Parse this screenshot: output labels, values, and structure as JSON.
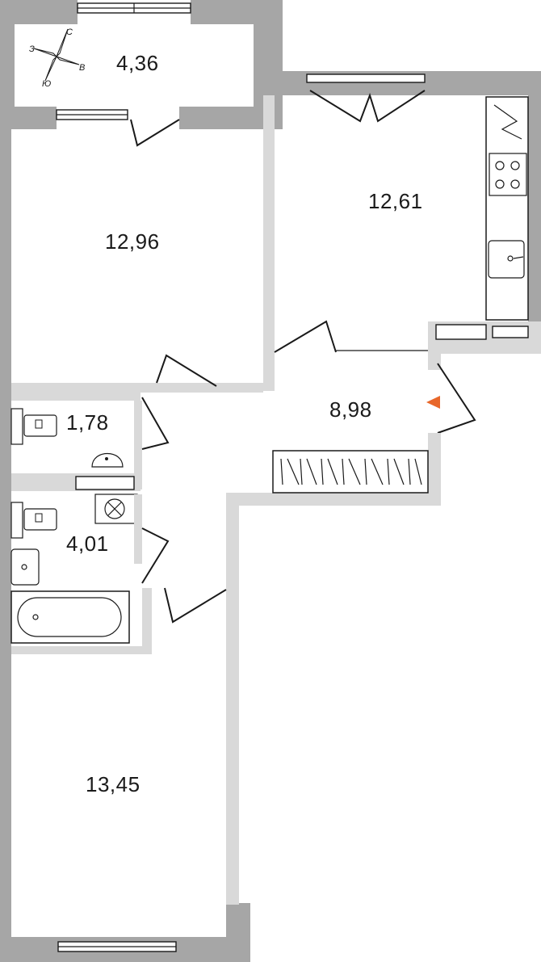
{
  "rooms": [
    {
      "id": "balcony",
      "area": "4,36"
    },
    {
      "id": "bedroom-top",
      "area": "12,96"
    },
    {
      "id": "kitchen",
      "area": "12,61"
    },
    {
      "id": "hallway",
      "area": "8,98"
    },
    {
      "id": "toilet",
      "area": "1,78"
    },
    {
      "id": "bathroom",
      "area": "4,01"
    },
    {
      "id": "bedroom-bottom",
      "area": "13,45"
    }
  ],
  "compass": {
    "north": "С",
    "east": "В",
    "south": "Ю",
    "west": "З"
  },
  "colors": {
    "wall": "#a6a6a6",
    "wall_light": "#d9d9d9",
    "line": "#1a1a1a",
    "entrance": "#e8672a"
  }
}
